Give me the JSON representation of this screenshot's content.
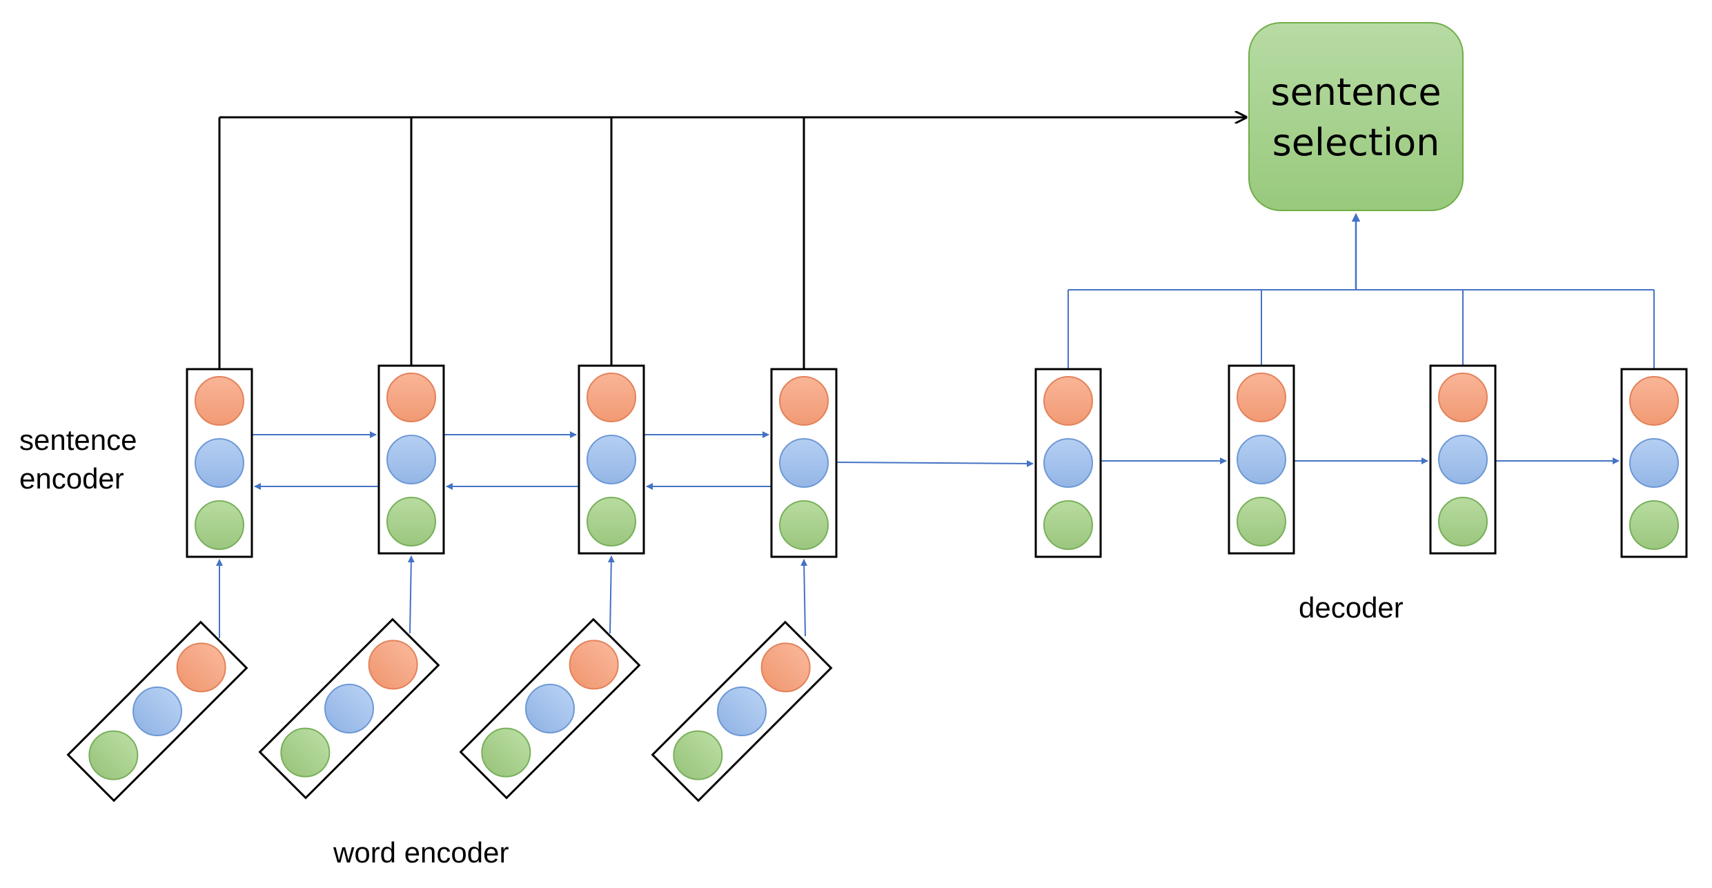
{
  "labels": {
    "sentence_encoder": [
      "sentence",
      "encoder"
    ],
    "word_encoder": "word encoder",
    "decoder": "decoder",
    "sentence_selection": [
      "sentence",
      "selection"
    ]
  },
  "colors": {
    "orange_fill": "#f4a582",
    "orange_stroke": "#e3825a",
    "blue_fill": "#a4c2ec",
    "blue_stroke": "#6d98d6",
    "green_fill": "#a9d18e",
    "green_stroke": "#78b05a",
    "connector_blue": "#4472c4",
    "frame_black": "#000000",
    "selection_fill": "#a9d18e",
    "selection_stroke": "#70ad47"
  },
  "structure": {
    "sentence_encoder_units": 4,
    "decoder_units": 4,
    "word_encoder_units": 4
  }
}
